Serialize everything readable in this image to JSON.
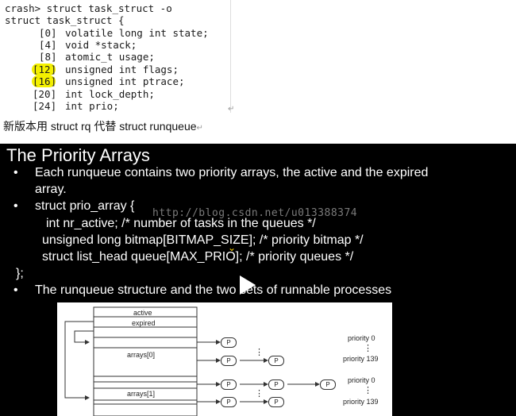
{
  "terminal": {
    "prompt": "crash> struct task_struct -o",
    "header": "struct task_struct {",
    "fields": [
      {
        "offset": "[0]",
        "decl": "volatile long int state;"
      },
      {
        "offset": "[4]",
        "decl": "void *stack;"
      },
      {
        "offset": "[8]",
        "decl": "atomic_t usage;"
      },
      {
        "offset": "[12]",
        "decl": "unsigned int flags;"
      },
      {
        "offset": "[16]",
        "decl": "unsigned int ptrace;"
      },
      {
        "offset": "[20]",
        "decl": "int lock_depth;"
      },
      {
        "offset": "[24]",
        "decl": "int prio;"
      }
    ],
    "highlight_color": "#f4f000"
  },
  "caption": "新版本用 struct rq 代替 struct runqueue",
  "return_mark": "↵",
  "slide": {
    "title": "The Priority Arrays",
    "bullet": "•",
    "bullet1_line1": "Each runqueue contains two priority arrays, the active and the expired",
    "bullet1_line2": "array.",
    "bullet2_line1": "struct prio_array {",
    "code1": "int nr_active; /* number of tasks in the queues */",
    "code2": "unsigned long bitmap[BITMAP_SIZE]; /* priority bitmap */",
    "code3": "struct list_head queue[MAX_PRIO]; /* priority queues */",
    "closing": "};",
    "bullet3": "The runqueue structure and the two sets of runnable processes",
    "watermark": "http://blog.csdn.net/u013388374",
    "cursor": "⌄"
  },
  "diagram": {
    "active": "active",
    "expired": "expired",
    "arrays0": "arrays[0]",
    "arrays1": "arrays[1]",
    "node": "P",
    "priority0": "priority 0",
    "priority139": "priority 139",
    "dots": "⋮"
  }
}
